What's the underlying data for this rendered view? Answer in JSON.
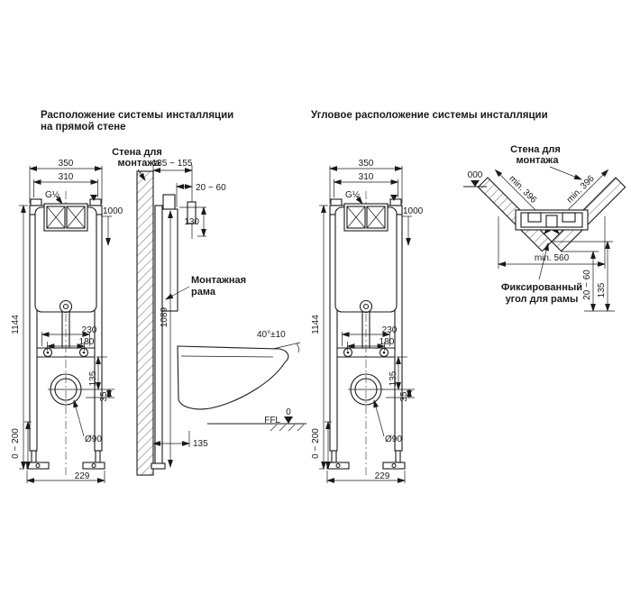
{
  "page": {
    "background": "#ffffff",
    "line_color": "#1a1a1a"
  },
  "titles": {
    "left_1": "Расположение системы инсталляции",
    "left_2": "на прямой стене",
    "right": "Угловое расположение системы инсталляции"
  },
  "labels": {
    "wall_1": "Стена для",
    "wall_2": "монтажа",
    "frame_1": "Монтажная",
    "frame_2": "рама",
    "fixed_1": "Фиксированный",
    "fixed_2": "угол для рамы",
    "ffl": "FFL",
    "zero": "0",
    "level": "000"
  },
  "front": {
    "w350": "350",
    "w310": "310",
    "thread": "G½",
    "h1000": "1000",
    "h1144": "1144",
    "d230": "230",
    "d180": "180",
    "v135": "135",
    "v35": "35",
    "dia90": "Ø90",
    "w229": "229",
    "leg_range": "0 ~ 200"
  },
  "side": {
    "depth_range": "135 ~ 155",
    "gap_range": "20 ~ 60",
    "d130": "130",
    "h1089": "1089",
    "angle": "40°±10",
    "d135": "135"
  },
  "corner": {
    "min_wall": "min. 396",
    "min_width": "min. 560",
    "gap_range": "20 ~ 60",
    "d135": "135"
  }
}
